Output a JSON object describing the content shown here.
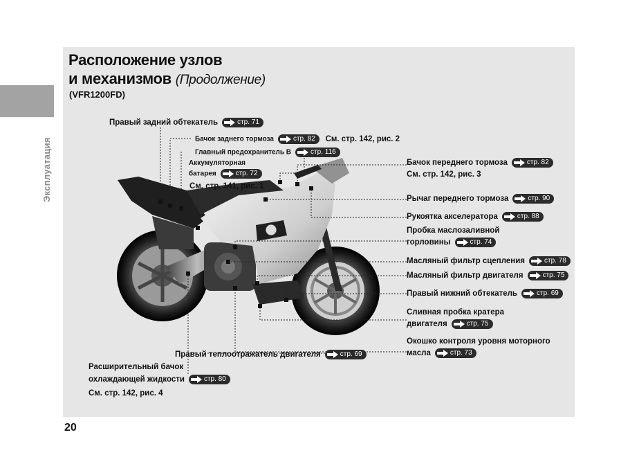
{
  "section_tab": "Эксплуатация",
  "title_line1": "Расположение узлов",
  "title_line2": "и механизмов",
  "title_cont": "(Продолжение)",
  "model": "(VFR1200FD)",
  "page_number": "20",
  "labels": {
    "rear_cowl": {
      "text": "Правый задний обтекатель",
      "ref": "стр. 71"
    },
    "rear_brake_res": {
      "text": "Бачок заднего тормоза",
      "ref": "стр. 82",
      "see": "См. стр. 142, рис. 2"
    },
    "main_fuse": {
      "text": "Главный предохранитель B",
      "ref": "стр. 116"
    },
    "battery1": {
      "text": "Аккумуляторная"
    },
    "battery2": {
      "text": "батарея",
      "ref": "стр. 72"
    },
    "battery_see": {
      "see": "См. стр. 141, рис. 1"
    },
    "front_brake_res": {
      "text": "Бачок переднего тормоза",
      "ref": "стр. 82",
      "see": "См. стр. 142, рис. 3"
    },
    "front_brake_lever": {
      "text": "Рычаг переднего тормоза",
      "ref": "стр. 90"
    },
    "throttle": {
      "text": "Рукоятка акселератора",
      "ref": "стр. 88"
    },
    "oil_filler1": {
      "text": "Пробка маслозаливной"
    },
    "oil_filler2": {
      "text": "горловины",
      "ref": "стр. 74"
    },
    "clutch_filter": {
      "text": "Масляный фильтр сцепления",
      "ref": "стр. 78"
    },
    "engine_filter": {
      "text": "Масляный фильтр двигателя",
      "ref": "стр. 75"
    },
    "lower_cowl": {
      "text": "Правый нижний обтекатель",
      "ref": "стр. 69"
    },
    "drain1": {
      "text": "Сливная пробка кратера"
    },
    "drain2": {
      "text": "двигателя",
      "ref": "стр. 75"
    },
    "oil_window1": {
      "text": "Окошко контроля уровня моторного"
    },
    "oil_window2": {
      "text": "масла",
      "ref": "стр. 73"
    },
    "heat_guard": {
      "text": "Правый теплоотражатель двигателя",
      "ref": "стр. 69"
    },
    "coolant1": {
      "text": "Расширительный бачок"
    },
    "coolant2": {
      "text": "охлаждающей жидкости",
      "ref": "стр. 80"
    },
    "coolant_see": {
      "see": "См. стр. 142, рис. 4"
    }
  }
}
